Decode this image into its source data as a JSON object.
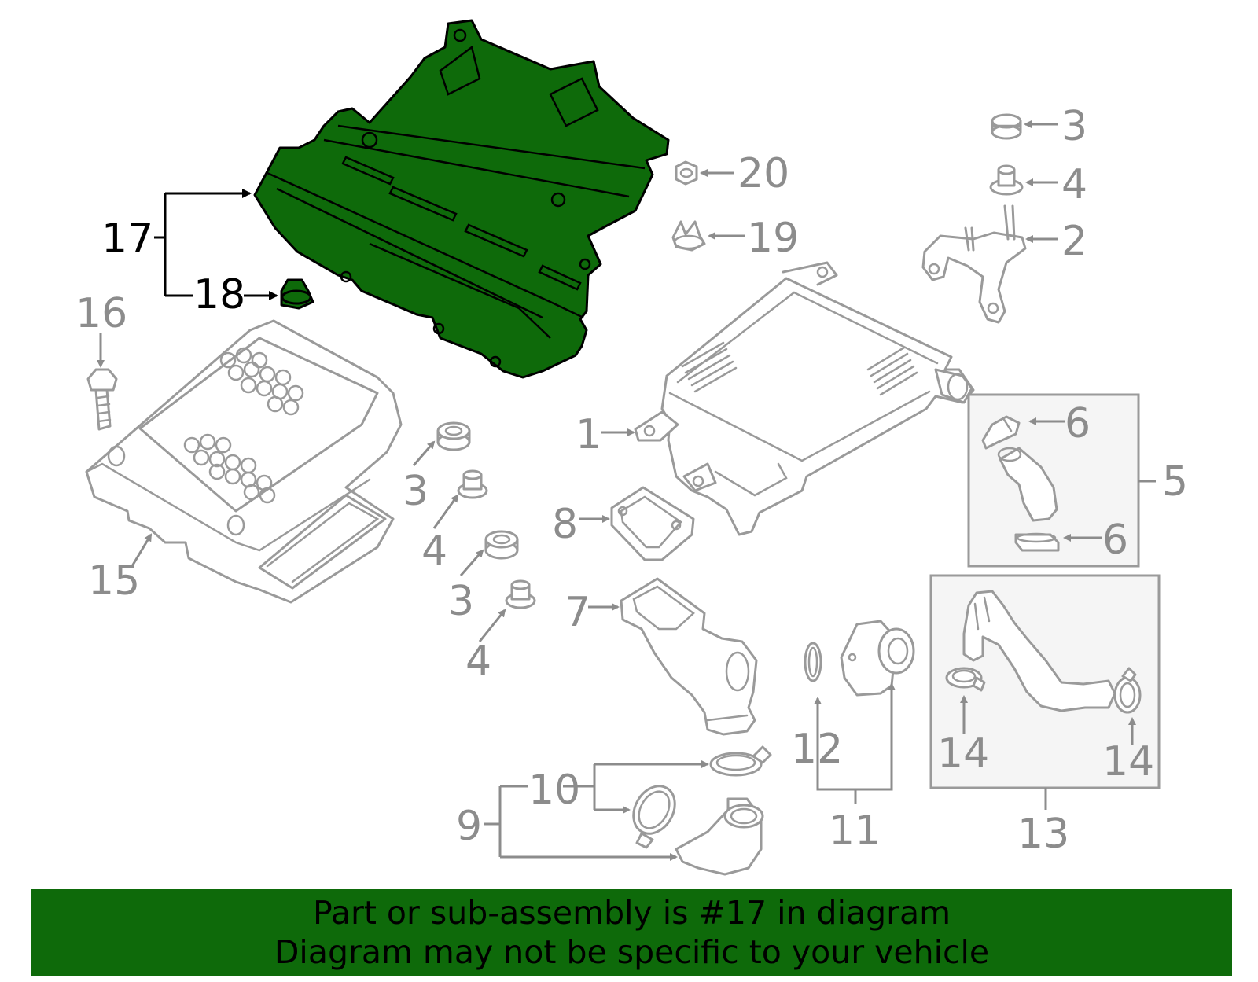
{
  "diagram": {
    "highlighted_part": "17",
    "labels": {
      "l1": "1",
      "l2": "2",
      "l3a": "3",
      "l3b": "3",
      "l3c": "3",
      "l4a": "4",
      "l4b": "4",
      "l4c": "4",
      "l5": "5",
      "l6a": "6",
      "l6b": "6",
      "l7": "7",
      "l8": "8",
      "l9": "9",
      "l10": "10",
      "l11": "11",
      "l12": "12",
      "l13": "13",
      "l14a": "14",
      "l14b": "14",
      "l15": "15",
      "l16": "16",
      "l17": "17",
      "l18": "18",
      "l19": "19",
      "l20": "20"
    }
  },
  "footer": {
    "line1": "Part or sub-assembly is #17 in diagram",
    "line2": "Diagram may not be specific to your vehicle"
  },
  "colors": {
    "highlight": "#0e6a0a",
    "parts_gray": "#9a9a9a",
    "label_gray": "#8c8c8c"
  }
}
